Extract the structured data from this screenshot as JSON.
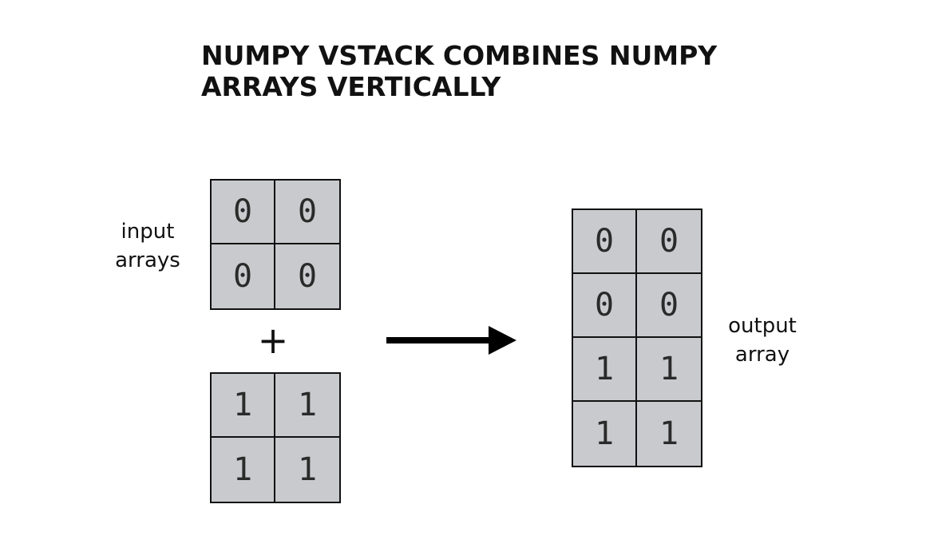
{
  "title": {
    "line1": "NUMPY VSTACK COMBINES NUMPY",
    "line2": "ARRAYS VERTICALLY"
  },
  "labels": {
    "input_line1": "input",
    "input_line2": "arrays",
    "output_line1": "output",
    "output_line2": "array"
  },
  "operator": "+",
  "arrays": {
    "input_top": [
      [
        "0",
        "0"
      ],
      [
        "0",
        "0"
      ]
    ],
    "input_bottom": [
      [
        "1",
        "1"
      ],
      [
        "1",
        "1"
      ]
    ],
    "output": [
      [
        "0",
        "0"
      ],
      [
        "0",
        "0"
      ],
      [
        "1",
        "1"
      ],
      [
        "1",
        "1"
      ]
    ]
  },
  "colors": {
    "cell_fill": "#c8cacd",
    "border": "#111111",
    "text": "#111111"
  },
  "icons": {
    "arrow": "right-arrow-icon"
  }
}
